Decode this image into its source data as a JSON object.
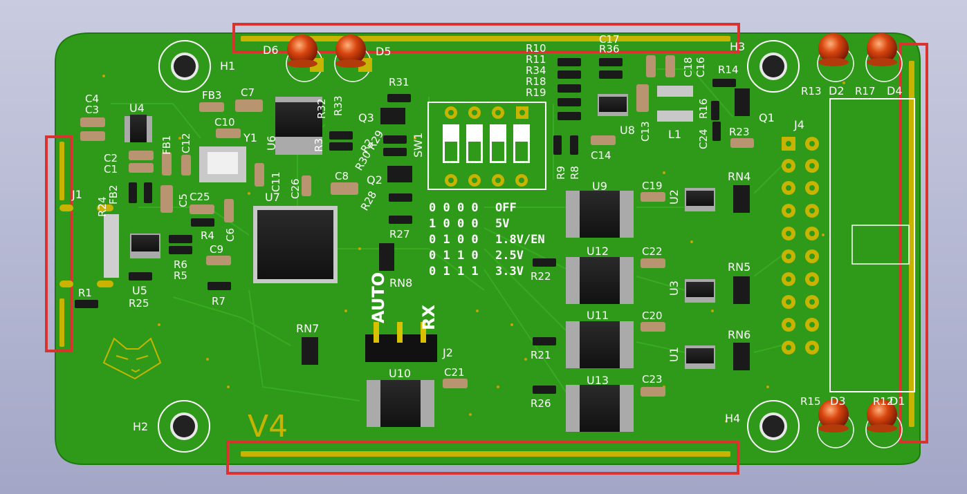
{
  "board": {
    "version_mark": "V4",
    "colors": {
      "pcb": "#2f9a1a",
      "silk": "#ffffff",
      "gold": "#c8b400",
      "highlight": "#d8332f",
      "led": "#d9460f"
    }
  },
  "mounting_holes": [
    {
      "label": "H1"
    },
    {
      "label": "H2"
    },
    {
      "label": "H3"
    },
    {
      "label": "H4"
    }
  ],
  "leds": [
    {
      "label": "D6"
    },
    {
      "label": "D5"
    },
    {
      "label": "D2"
    },
    {
      "label": "D4"
    },
    {
      "label": "D3"
    },
    {
      "label": "D1"
    }
  ],
  "ics": [
    {
      "label": "U4"
    },
    {
      "label": "U6"
    },
    {
      "label": "U7"
    },
    {
      "label": "U8"
    },
    {
      "label": "U9"
    },
    {
      "label": "U12"
    },
    {
      "label": "U11"
    },
    {
      "label": "U13"
    },
    {
      "label": "U10"
    },
    {
      "label": "U2"
    },
    {
      "label": "U3"
    },
    {
      "label": "U1"
    },
    {
      "label": "U5"
    }
  ],
  "connectors": [
    {
      "label": "J1"
    },
    {
      "label": "J2"
    },
    {
      "label": "J4"
    }
  ],
  "switch": {
    "label": "SW1"
  },
  "transistors": [
    {
      "label": "Q1"
    },
    {
      "label": "Q2"
    },
    {
      "label": "Q3"
    }
  ],
  "passives": [
    {
      "label": "C4"
    },
    {
      "label": "C3"
    },
    {
      "label": "C2"
    },
    {
      "label": "C1"
    },
    {
      "label": "FB3"
    },
    {
      "label": "C7"
    },
    {
      "label": "C10"
    },
    {
      "label": "Y1"
    },
    {
      "label": "FB1"
    },
    {
      "label": "C12"
    },
    {
      "label": "C11"
    },
    {
      "label": "C26"
    },
    {
      "label": "C8"
    },
    {
      "label": "R24"
    },
    {
      "label": "FB2"
    },
    {
      "label": "C5"
    },
    {
      "label": "C25"
    },
    {
      "label": "C6"
    },
    {
      "label": "R4"
    },
    {
      "label": "C9"
    },
    {
      "label": "R6"
    },
    {
      "label": "R5"
    },
    {
      "label": "R7"
    },
    {
      "label": "R1"
    },
    {
      "label": "R25"
    },
    {
      "label": "R31"
    },
    {
      "label": "R32"
    },
    {
      "label": "R33"
    },
    {
      "label": "R3"
    },
    {
      "label": "R2"
    },
    {
      "label": "R29"
    },
    {
      "label": "R30"
    },
    {
      "label": "R28"
    },
    {
      "label": "R27"
    },
    {
      "label": "RN8"
    },
    {
      "label": "RN7"
    },
    {
      "label": "R10"
    },
    {
      "label": "R11"
    },
    {
      "label": "R34"
    },
    {
      "label": "R18"
    },
    {
      "label": "R19"
    },
    {
      "label": "C17"
    },
    {
      "label": "R36"
    },
    {
      "label": "C18"
    },
    {
      "label": "C16"
    },
    {
      "label": "R14"
    },
    {
      "label": "R16"
    },
    {
      "label": "C13"
    },
    {
      "label": "L1"
    },
    {
      "label": "C24"
    },
    {
      "label": "R23"
    },
    {
      "label": "R9"
    },
    {
      "label": "R8"
    },
    {
      "label": "C14"
    },
    {
      "label": "C19"
    },
    {
      "label": "C22"
    },
    {
      "label": "C20"
    },
    {
      "label": "C23"
    },
    {
      "label": "C21"
    },
    {
      "label": "R22"
    },
    {
      "label": "R21"
    },
    {
      "label": "R26"
    },
    {
      "label": "RN4"
    },
    {
      "label": "RN5"
    },
    {
      "label": "RN6"
    },
    {
      "label": "R13"
    },
    {
      "label": "R17"
    },
    {
      "label": "R15"
    },
    {
      "label": "R12"
    }
  ],
  "dip_table": [
    {
      "bits": "0 0 0 0",
      "label": "OFF"
    },
    {
      "bits": "1 0 0 0",
      "label": "5V"
    },
    {
      "bits": "0 1 0 0",
      "label": "1.8V/EN"
    },
    {
      "bits": "0 1 1 0",
      "label": "2.5V"
    },
    {
      "bits": "0 1 1 1",
      "label": "3.3V"
    }
  ],
  "header_labels": {
    "auto": "AUTO",
    "rx": "RX"
  }
}
